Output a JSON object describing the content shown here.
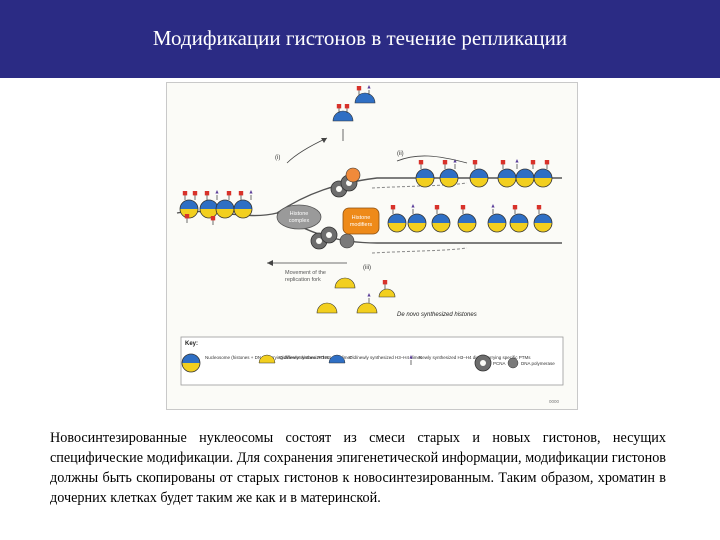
{
  "slide": {
    "title": "Модификации гистонов в течение репликации",
    "caption": "Новосинтезированные нуклеосомы состоят из смеси старых и новых гистонов, несущих специфические модификации. Для сохранения эпигенетической информации, модификации гистонов должны быть скопированы от старых гистонов к новосинтезированным. Таким образом, хроматин в дочерних клетках будет таким же как и в материнской."
  },
  "figure": {
    "labels": {
      "i": "(i)",
      "ii": "(ii)",
      "iii": "(iii)",
      "holder_complex_1": "Histone",
      "holder_complex_2": "complex",
      "modifier_1": "Histone",
      "modifier_2": "modifiers",
      "movement_1": "Movement of the",
      "movement_2": "replication fork",
      "de_novo": "De novo synthesized histones",
      "corner_code": "0000"
    },
    "key": {
      "title": "Key:",
      "items": [
        {
          "text": "Nucleosome (histones + DNA) carrying different histone PTMs",
          "icon": "nucleosome-icon"
        },
        {
          "text": "Old/newly synthesized H3–H4 dimer",
          "icon": "old-dimer-icon"
        },
        {
          "text": "Old/newly synthesized H3–H4 dimer",
          "icon": "new-dimer-icon"
        },
        {
          "text": "Newly synthesized H3–H4 dimer carrying specific PTMs",
          "icon": "ptm-dimer-icon"
        },
        {
          "text": "PCNA",
          "icon": "pcna-icon"
        },
        {
          "text": "DNA polymerase",
          "icon": "dna-polymerase-icon"
        }
      ]
    },
    "colors": {
      "header": "#2b2b84",
      "histone_blue": "#2f6fc4",
      "histone_yellow": "#f2cf1f",
      "modifier_orange": "#ee8a19",
      "holder_gray": "#9a9a9a",
      "mark_red": "#d8322a",
      "mark_purple": "#5b3e9a"
    }
  }
}
